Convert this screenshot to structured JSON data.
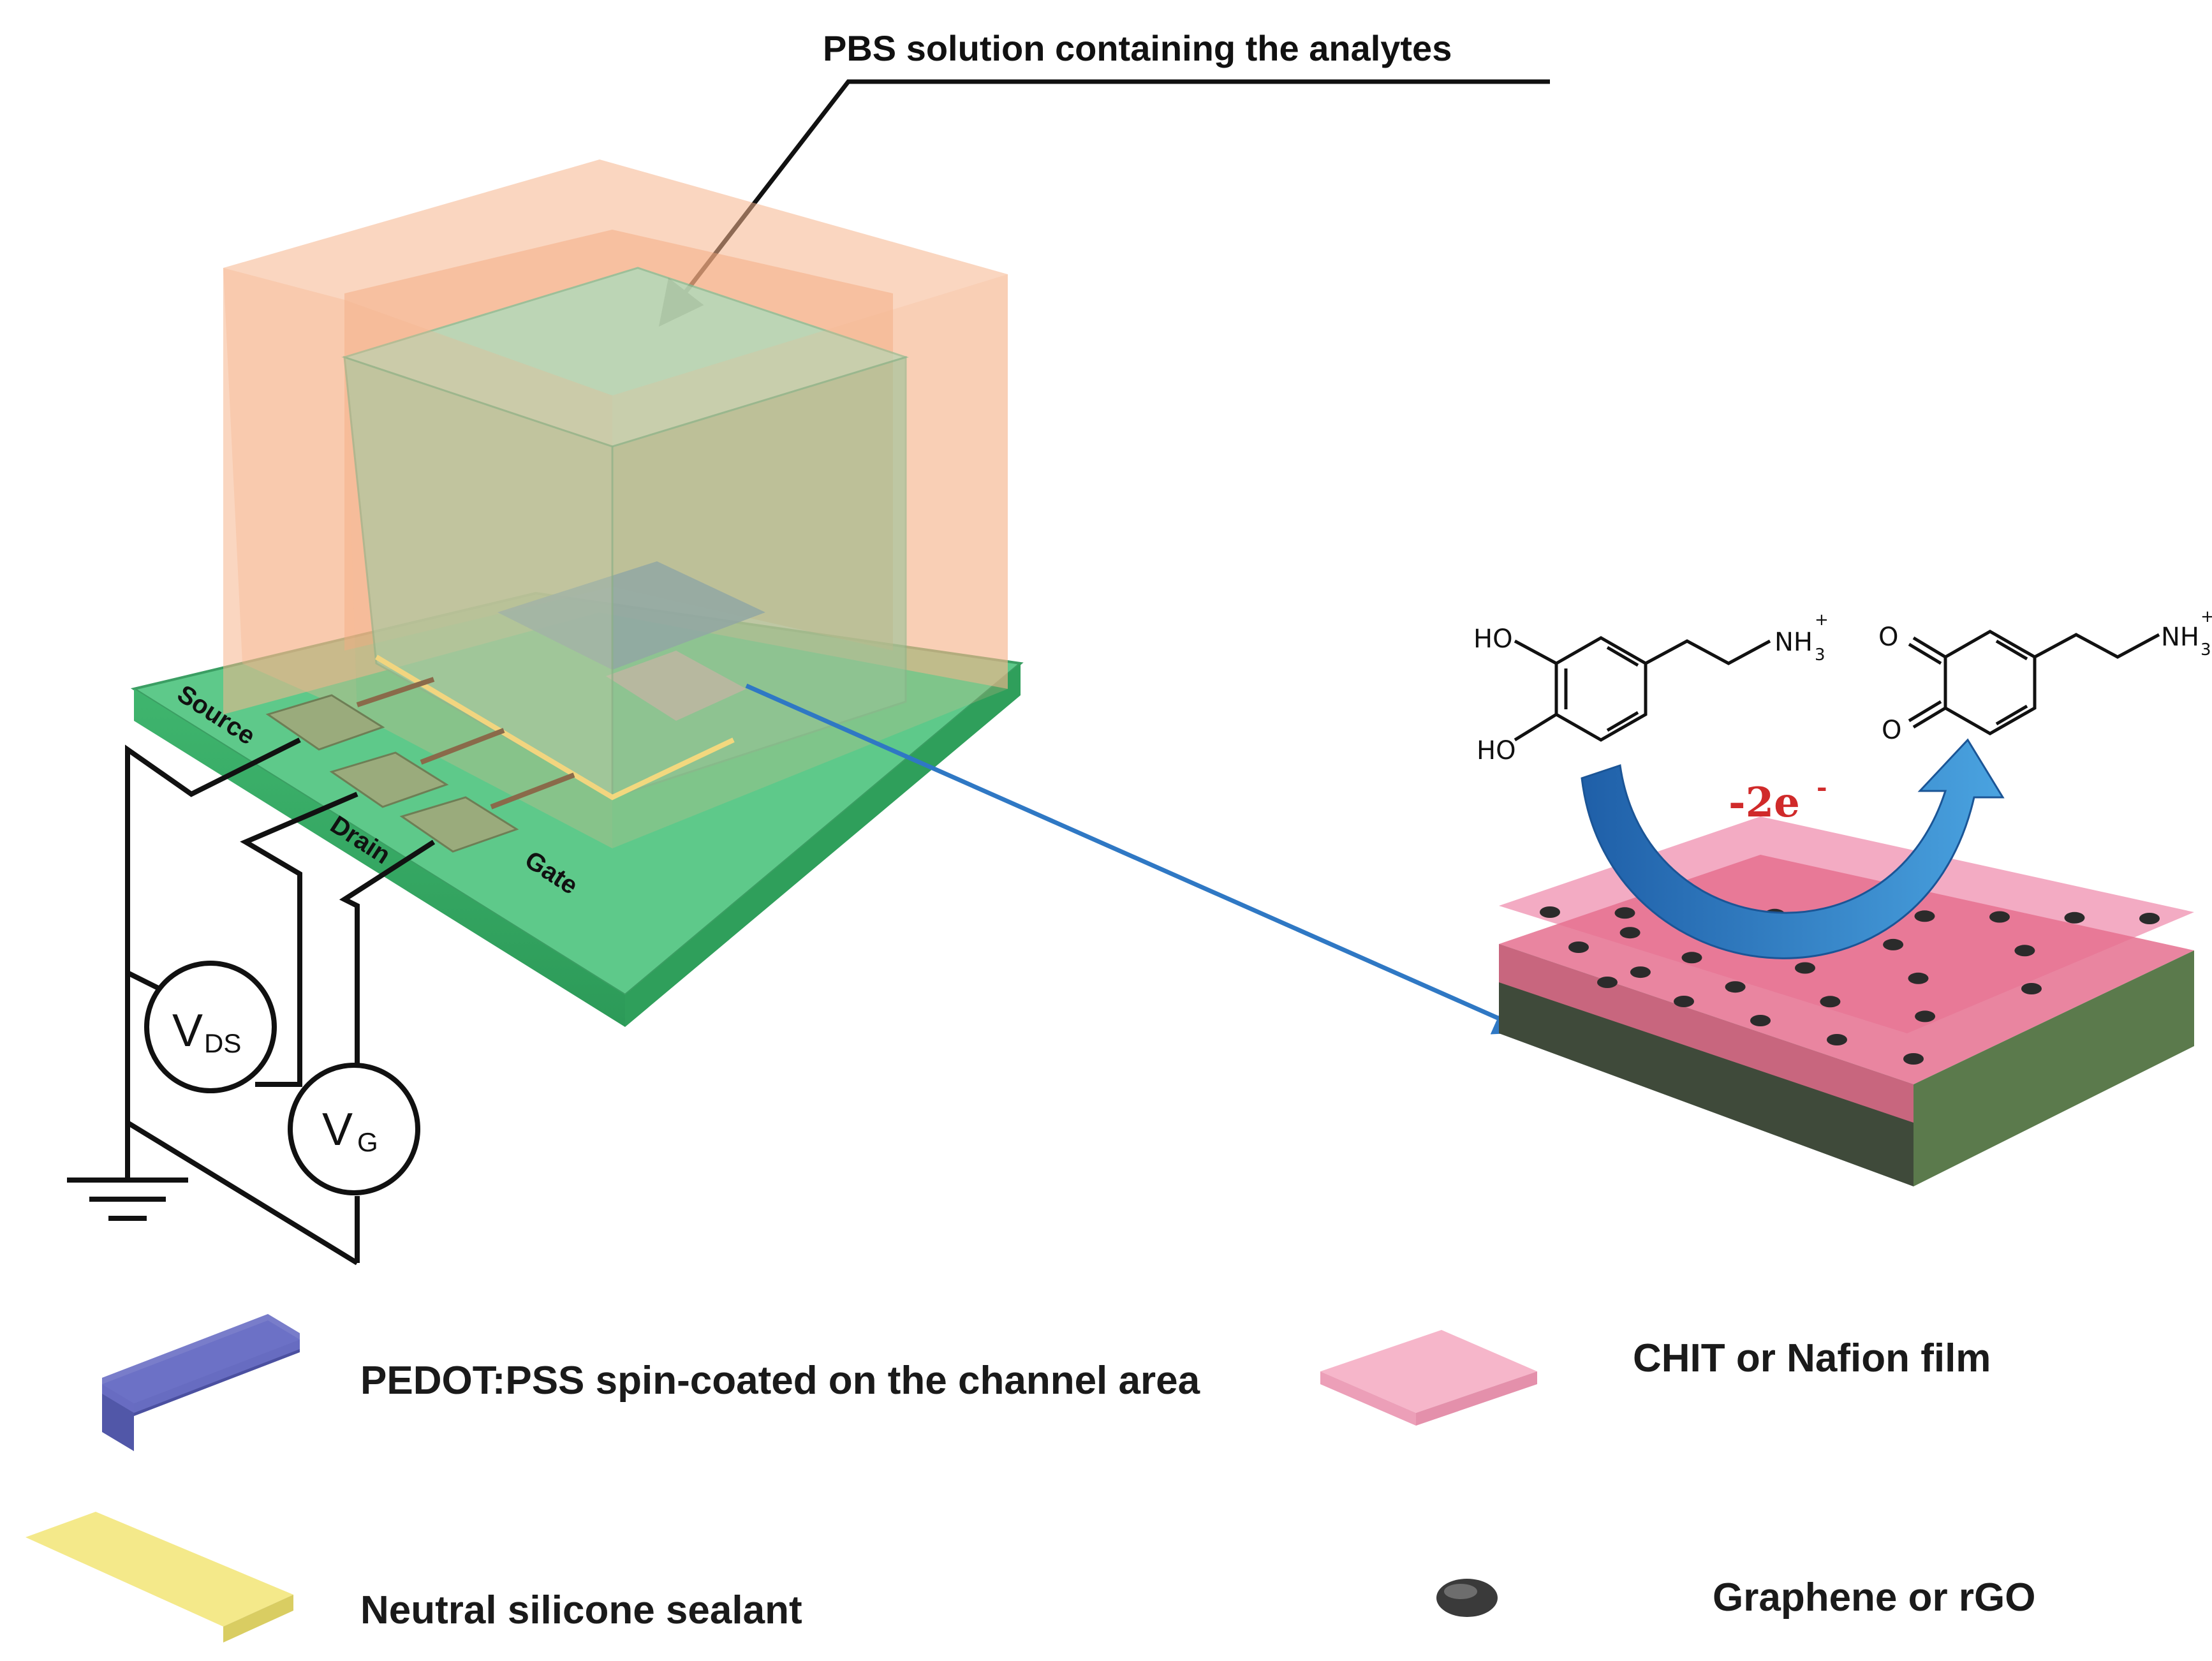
{
  "callout": {
    "text": "PBS solution containing the analytes"
  },
  "terminals": {
    "source": "Source",
    "drain": "Drain",
    "gate": "Gate"
  },
  "meters": {
    "vds": {
      "main": "V",
      "sub": "DS"
    },
    "vg": {
      "main": "V",
      "sub": "G"
    }
  },
  "reaction": {
    "left_oh_top": "HO",
    "left_oh_bottom": "HO",
    "left_amine": "NH",
    "left_amine_sub": "3",
    "left_amine_sup": "+",
    "right_o_top": "O",
    "right_o_bottom": "O",
    "right_amine": "NH",
    "right_amine_sub": "3",
    "right_amine_sup": "+",
    "electrons": "-2e",
    "electrons_sup": "-"
  },
  "legend": {
    "pedot": "PEDOT:PSS spin-coated on the channel area",
    "sealant": "Neutral silicone sealant",
    "film": "CHIT or Nafion film",
    "graphene": "Graphene or rGO"
  },
  "colors": {
    "substrate": "#5ec98a",
    "chamber": "#f5b48c",
    "solution": "#8fd1a8",
    "pedot": "#6a6fc4",
    "sealant": "#f4e98a",
    "film": "#f2a2bc",
    "arrow_blue": "#2f78c4",
    "electron_red": "#d02a2a"
  }
}
